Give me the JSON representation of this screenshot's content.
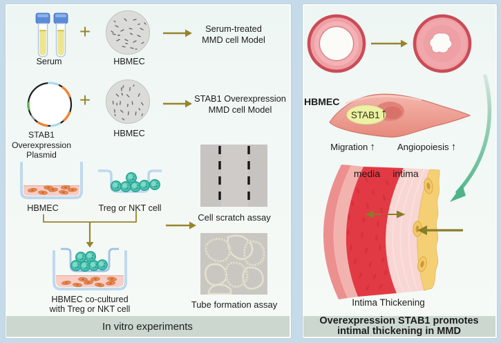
{
  "colors": {
    "background": "#c6dbe9",
    "panel_fill": "#f3f9f6",
    "panel_border": "#bccfda",
    "footer_band": "#ccd8cf",
    "arrow_olive": "#97842b",
    "arrow_teal": "#5cb990",
    "vessel_outline_red": "#c94c57",
    "vessel_wall_pink": "#efa0a5",
    "media_red": "#e23a44",
    "intima_pink": "#f7d6d3",
    "endothelium_yellow": "#f5cf74",
    "treg_cell_teal": "#4cc3b0",
    "hbmec_cell_orange": "#ea8a50",
    "stab1_highlight": "#edf2a4"
  },
  "left_panel": {
    "row1": {
      "plus": "+",
      "serum_label": "Serum",
      "hbmec_label": "HBMEC",
      "result_line1": "Serum-treated",
      "result_line2": "MMD cell Model"
    },
    "row2": {
      "plus": "+",
      "plasmid_label_line1": "STAB1 Overexpression",
      "plasmid_label_line2": "Plasmid",
      "hbmec_label": "HBMEC",
      "result_line1": "STAB1 Overexpression",
      "result_line2": "MMD cell Model"
    },
    "row3": {
      "hbmec_dish_label": "HBMEC",
      "treg_dish_label": "Treg or NKT cell"
    },
    "coculture": {
      "label_line1": "HBMEC co-cultured",
      "label_line2": "with Treg or NKT cell"
    },
    "assays": {
      "scratch_label": "Cell scratch assay",
      "tube_label": "Tube formation assay"
    },
    "footer": "In vitro experiments"
  },
  "right_panel": {
    "hbmec_label": "HBMEC",
    "stab1_label": "STAB1",
    "stab1_arrow": "↑",
    "migration_label": "Migration",
    "migration_arrow": "↑",
    "angiopoiesis_label": "Angiopoiesis",
    "angiopoiesis_arrow": "↑",
    "media_label": "media",
    "intima_label": "intima",
    "intima_thickening_label": "Intima Thickening",
    "footer_line1": "Overexpression STAB1 promotes",
    "footer_line2": "intimal thickening in MMD"
  }
}
